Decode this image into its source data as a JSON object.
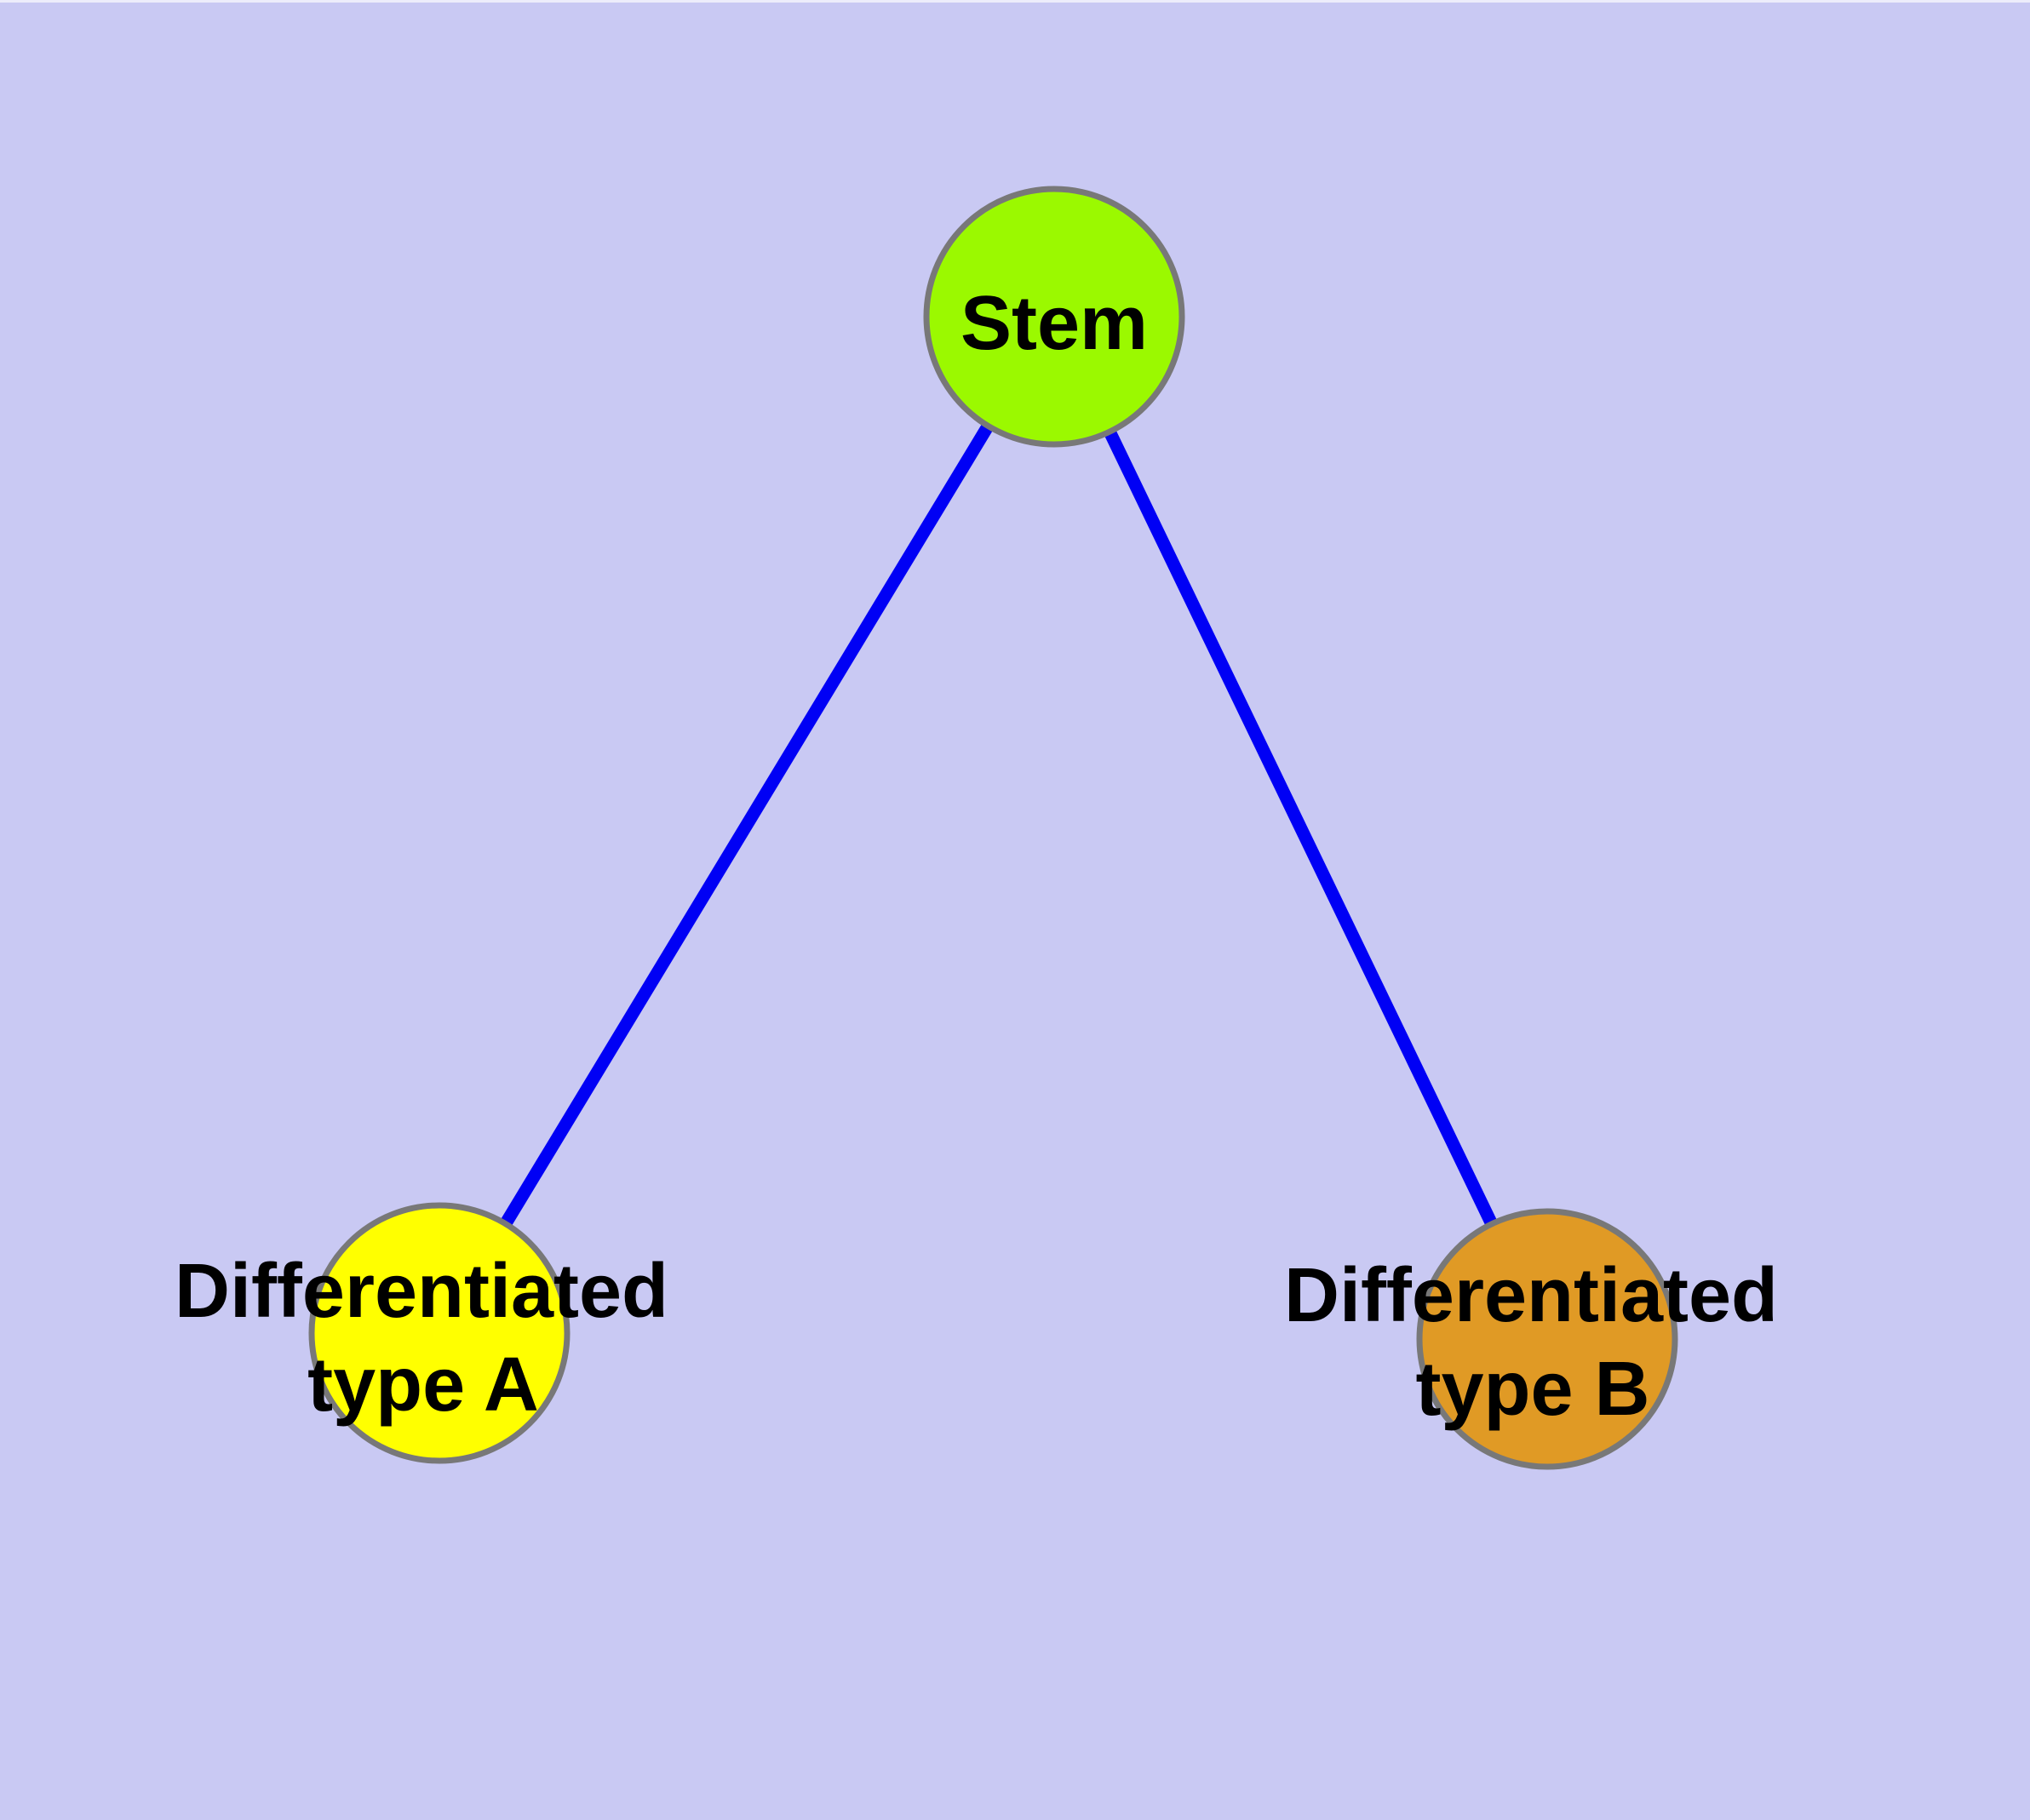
{
  "figure": {
    "type": "graph-diagram",
    "background_color": "#C9C9F3",
    "edge_color": "#0000F5",
    "edge_width": "15",
    "node_outline_color": "#787878",
    "node_outline_width": "7",
    "label_color": "#000000"
  },
  "nodes": {
    "stem": {
      "label": "Stem",
      "fill": "#9BF900"
    },
    "type_a": {
      "label_line1": "Differentiated",
      "label_line2": "type A",
      "fill": "#FFFF00"
    },
    "type_b": {
      "label_line1": "Differentiated",
      "label_line2": "type B",
      "fill": "#E09A25"
    }
  },
  "edges": [
    {
      "from": "Stem",
      "to": "Differentiated type A"
    },
    {
      "from": "Stem",
      "to": "Differentiated type B"
    }
  ]
}
